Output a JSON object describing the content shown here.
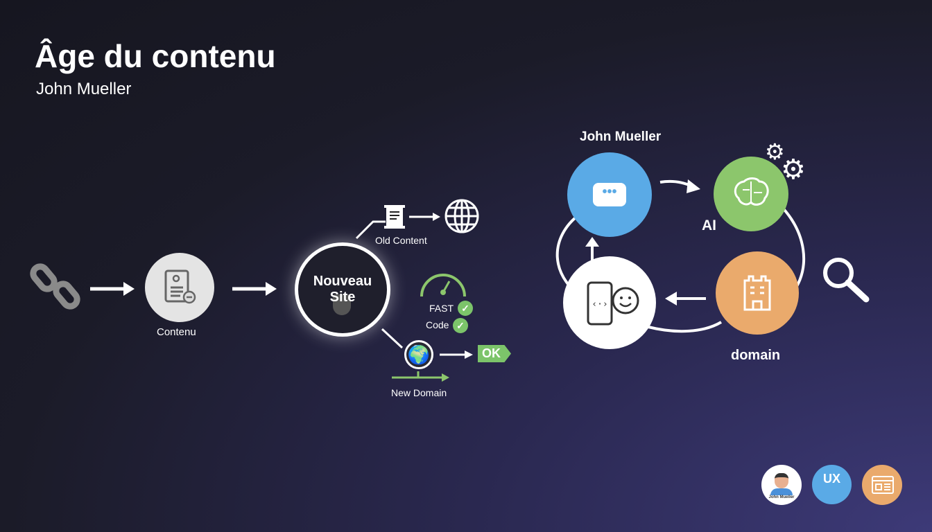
{
  "title": "Âge du contenu",
  "subtitle": "John Mueller",
  "left_flow": {
    "content_label": "Contenu",
    "center_line1": "Nouveau",
    "center_line2": "Site",
    "old_content": "Old Content",
    "fast": "FAST",
    "code": "Code",
    "ok": "OK",
    "new_domain": "New Domain"
  },
  "cycle": {
    "top_label": "John Mueller",
    "ai_label": "AI",
    "domain_label": "domain"
  },
  "badges": {
    "avatar_caption": "John Mueller",
    "ux": "UX"
  },
  "colors": {
    "blue": "#5aaae6",
    "green": "#8cc66c",
    "orange": "#eaaa6c",
    "ok_green": "#7cc46a"
  }
}
